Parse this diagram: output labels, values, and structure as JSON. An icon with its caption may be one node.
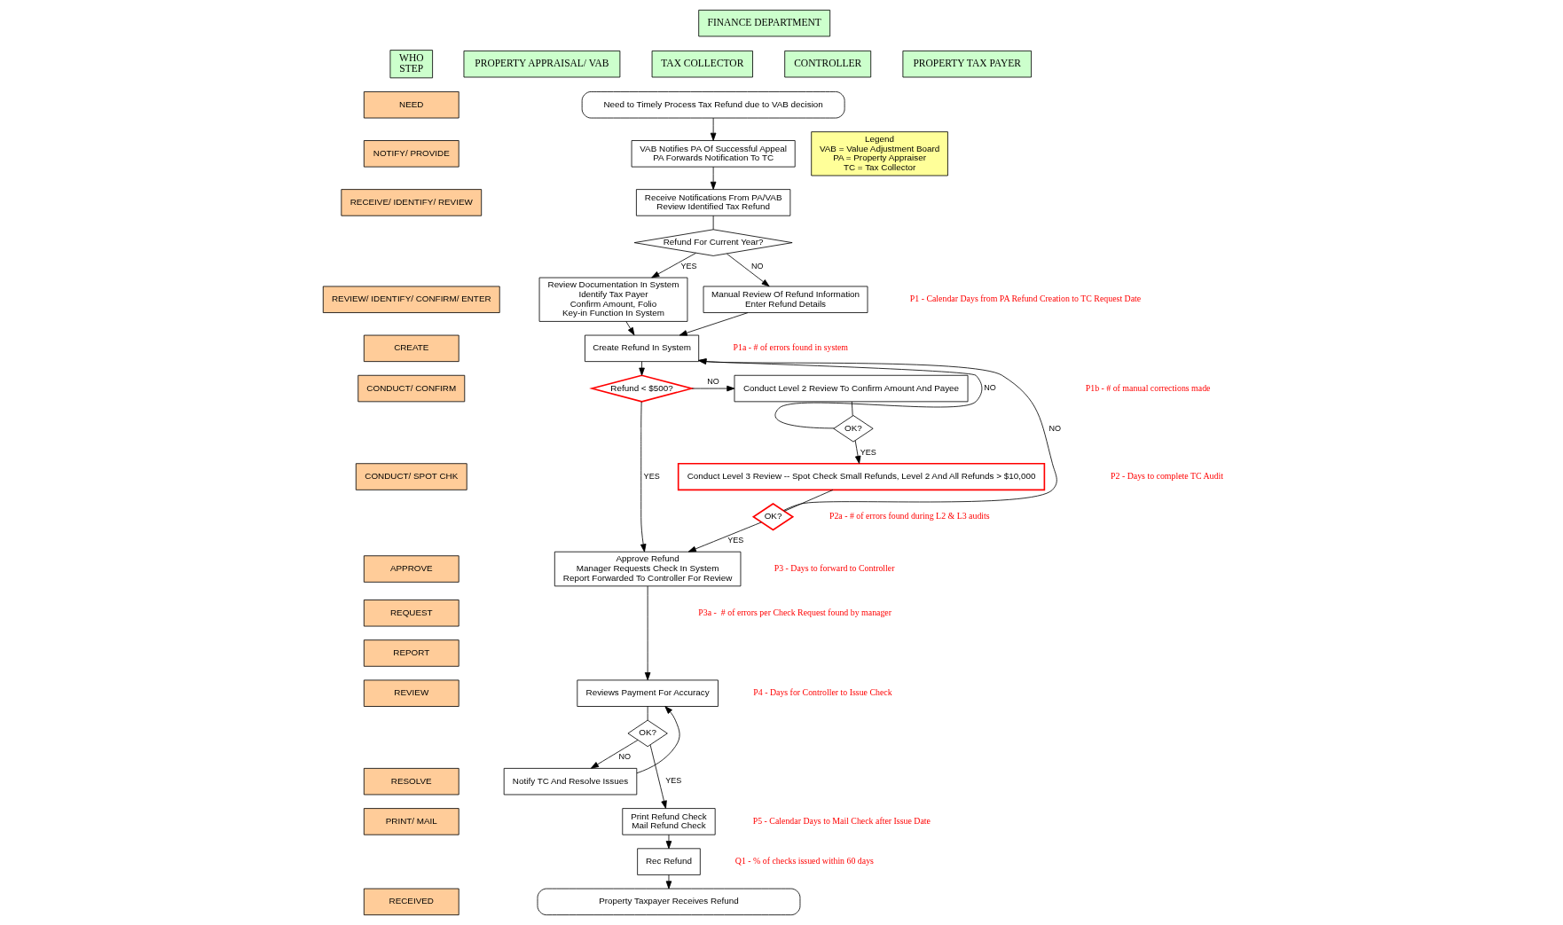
{
  "diagram": {
    "nodes": [
      {
        "text": [
          "WHO",
          "STEP"
        ]
      },
      {
        "text": [
          "PROPERTY APPRAISAL/ VAB"
        ]
      },
      {
        "text": [
          "FINANCE DEPARTMENT"
        ]
      },
      {
        "text": [
          "TAX COLLECTOR"
        ]
      },
      {
        "text": [
          "CONTROLLER"
        ]
      },
      {
        "text": [
          "PROPERTY TAX PAYER"
        ]
      },
      {
        "text": [
          "NEED"
        ]
      },
      {
        "text": [
          "NOTIFY/ PROVIDE"
        ]
      },
      {
        "text": [
          "RECEIVE/ IDENTIFY/ REVIEW"
        ]
      },
      {
        "text": [
          "REVIEW/ IDENTIFY/ CONFIRM/ ENTER"
        ]
      },
      {
        "text": [
          "CREATE"
        ]
      },
      {
        "text": [
          "CONDUCT/ CONFIRM"
        ]
      },
      {
        "text": [
          "CONDUCT/ SPOT CHK"
        ]
      },
      {
        "text": [
          "APPROVE"
        ]
      },
      {
        "text": [
          "REQUEST"
        ]
      },
      {
        "text": [
          "REPORT"
        ]
      },
      {
        "text": [
          "REVIEW"
        ]
      },
      {
        "text": [
          "RESOLVE"
        ]
      },
      {
        "text": [
          "PRINT/ MAIL"
        ]
      },
      {
        "text": [
          "RECEIVED"
        ]
      },
      {
        "text": [
          "Need to Timely Process Tax Refund due to VAB decision"
        ]
      },
      {
        "text": [
          "VAB Notifies PA Of Successful Appeal",
          "PA Forwards Notification To TC"
        ]
      },
      {
        "text": [
          "Receive Notifications From PA/VAB",
          "Review Identified Tax Refund"
        ]
      },
      {
        "text": [
          "Refund For Current Year?"
        ]
      },
      {
        "text": [
          "Review Documentation In System",
          "Identify Tax Payer",
          "Confirm Amount, Folio",
          "Key-in Function In System"
        ]
      },
      {
        "text": [
          "Manual Review Of Refund Information",
          "Enter Refund Details"
        ]
      },
      {
        "text": [
          "Create Refund In System"
        ]
      },
      {
        "text": [
          "Conduct Level 2 Review To Confirm Amount And Payee"
        ]
      },
      {
        "text": [
          "Refund < $500?"
        ]
      },
      {
        "text": [
          "OK?"
        ]
      },
      {
        "text": [
          "Conduct Level 3 Review -- Spot Check Small Refunds, Level 2 And All Refunds > $10,000"
        ]
      },
      {
        "text": [
          "OK?"
        ]
      },
      {
        "text": [
          "Approve Refund",
          "Manager Requests Check In System",
          "Report Forwarded To Controller For Review"
        ]
      },
      {
        "text": [
          "Reviews Payment For Accuracy"
        ]
      },
      {
        "text": [
          "OK?"
        ]
      },
      {
        "text": [
          "Notify TC And Resolve Issues"
        ]
      },
      {
        "text": [
          "Print Refund Check",
          "Mail Refund Check"
        ]
      },
      {
        "text": [
          "Rec Refund"
        ]
      },
      {
        "text": [
          "Property Taxpayer Receives Refund"
        ]
      },
      {
        "text": [
          "Legend",
          "VAB = Value Adjustment Board",
          "PA = Property Appraiser",
          "TC = Tax Collector"
        ]
      }
    ],
    "edges": [
      {
        "from": 20,
        "to": 21,
        "arrow": "to"
      },
      {
        "from": 21,
        "to": 22,
        "arrow": "to"
      },
      {
        "from": 22,
        "to": 23,
        "arrow": "none"
      },
      {
        "from": 23,
        "to": 24,
        "arrow": "to",
        "label": "YES"
      },
      {
        "from": 23,
        "to": 25,
        "arrow": "to",
        "label": "NO"
      },
      {
        "from": 24,
        "to": 26,
        "arrow": "to"
      },
      {
        "from": 25,
        "to": 26,
        "arrow": "to"
      },
      {
        "from": 26,
        "to": 28,
        "arrow": "to"
      },
      {
        "from": 28,
        "to": 27,
        "arrow": "to",
        "label": "NO"
      },
      {
        "from": 28,
        "to": 32,
        "arrow": "to",
        "label": "YES"
      },
      {
        "from": 27,
        "to": 29,
        "arrow": "none"
      },
      {
        "from": 29,
        "to": 30,
        "arrow": "to",
        "label": "YES"
      },
      {
        "from": 29,
        "to": 26,
        "arrow": "to",
        "label": "NO"
      },
      {
        "from": 30,
        "to": 31,
        "arrow": "none"
      },
      {
        "from": 31,
        "to": 26,
        "arrow": "to",
        "label": "NO"
      },
      {
        "from": 31,
        "to": 32,
        "arrow": "to",
        "label": "YES"
      },
      {
        "from": 32,
        "to": 33,
        "arrow": "to"
      },
      {
        "from": 33,
        "to": 34,
        "arrow": "none"
      },
      {
        "from": 34,
        "to": 35,
        "arrow": "to",
        "label": "NO"
      },
      {
        "from": 34,
        "to": 36,
        "arrow": "to",
        "label": "YES"
      },
      {
        "from": 35,
        "to": 33,
        "arrow": "to"
      },
      {
        "from": 36,
        "to": 37,
        "arrow": "to"
      },
      {
        "from": 37,
        "to": 38,
        "arrow": "to"
      }
    ],
    "labels": [
      "P1 - Calendar Days from PA Refund Creation to TC Request Date",
      "P1a - # of errors found in system",
      "P1b - # of manual corrections made",
      "P2 - Days to complete TC Audit",
      "P2a - # of errors found during L2 & L3 audits",
      "P3 - Days to forward to Controller",
      "P3a -  # of errors per Check Request found by manager",
      "P4 - Days for Controller to Issue Check",
      "P5 - Calendar Days to Mail Check after Issue Date",
      "Q1 - % of checks issued within 60 days"
    ]
  }
}
